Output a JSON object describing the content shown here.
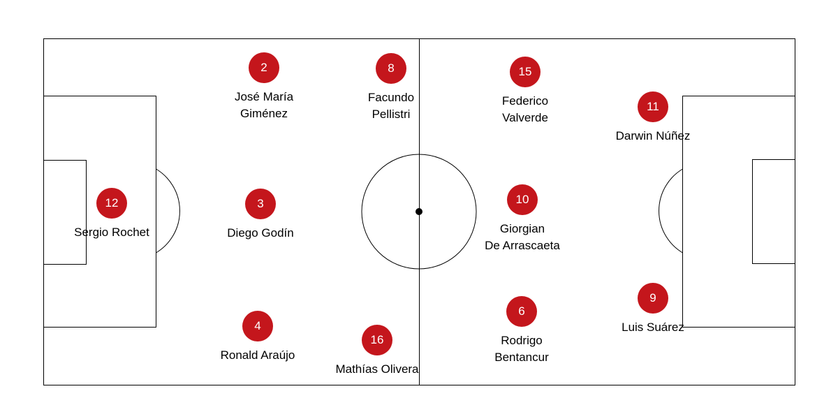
{
  "colors": {
    "player": "#c4161c",
    "line": "#000000"
  },
  "players": [
    {
      "number": "2",
      "name1": "José María",
      "name2": "Giménez"
    },
    {
      "number": "8",
      "name1": "Facundo",
      "name2": "Pellistri"
    },
    {
      "number": "15",
      "name1": "Federico",
      "name2": "Valverde"
    },
    {
      "number": "11",
      "name1": "Darwin Núñez",
      "name2": ""
    },
    {
      "number": "12",
      "name1": "Sergio Rochet",
      "name2": ""
    },
    {
      "number": "3",
      "name1": "Diego Godín",
      "name2": ""
    },
    {
      "number": "10",
      "name1": "Giorgian",
      "name2": "De Arrascaeta"
    },
    {
      "number": "4",
      "name1": "Ronald Araújo",
      "name2": ""
    },
    {
      "number": "16",
      "name1": "Mathías Olivera",
      "name2": ""
    },
    {
      "number": "6",
      "name1": "Rodrigo",
      "name2": "Bentancur"
    },
    {
      "number": "9",
      "name1": "Luis Suárez",
      "name2": ""
    }
  ]
}
